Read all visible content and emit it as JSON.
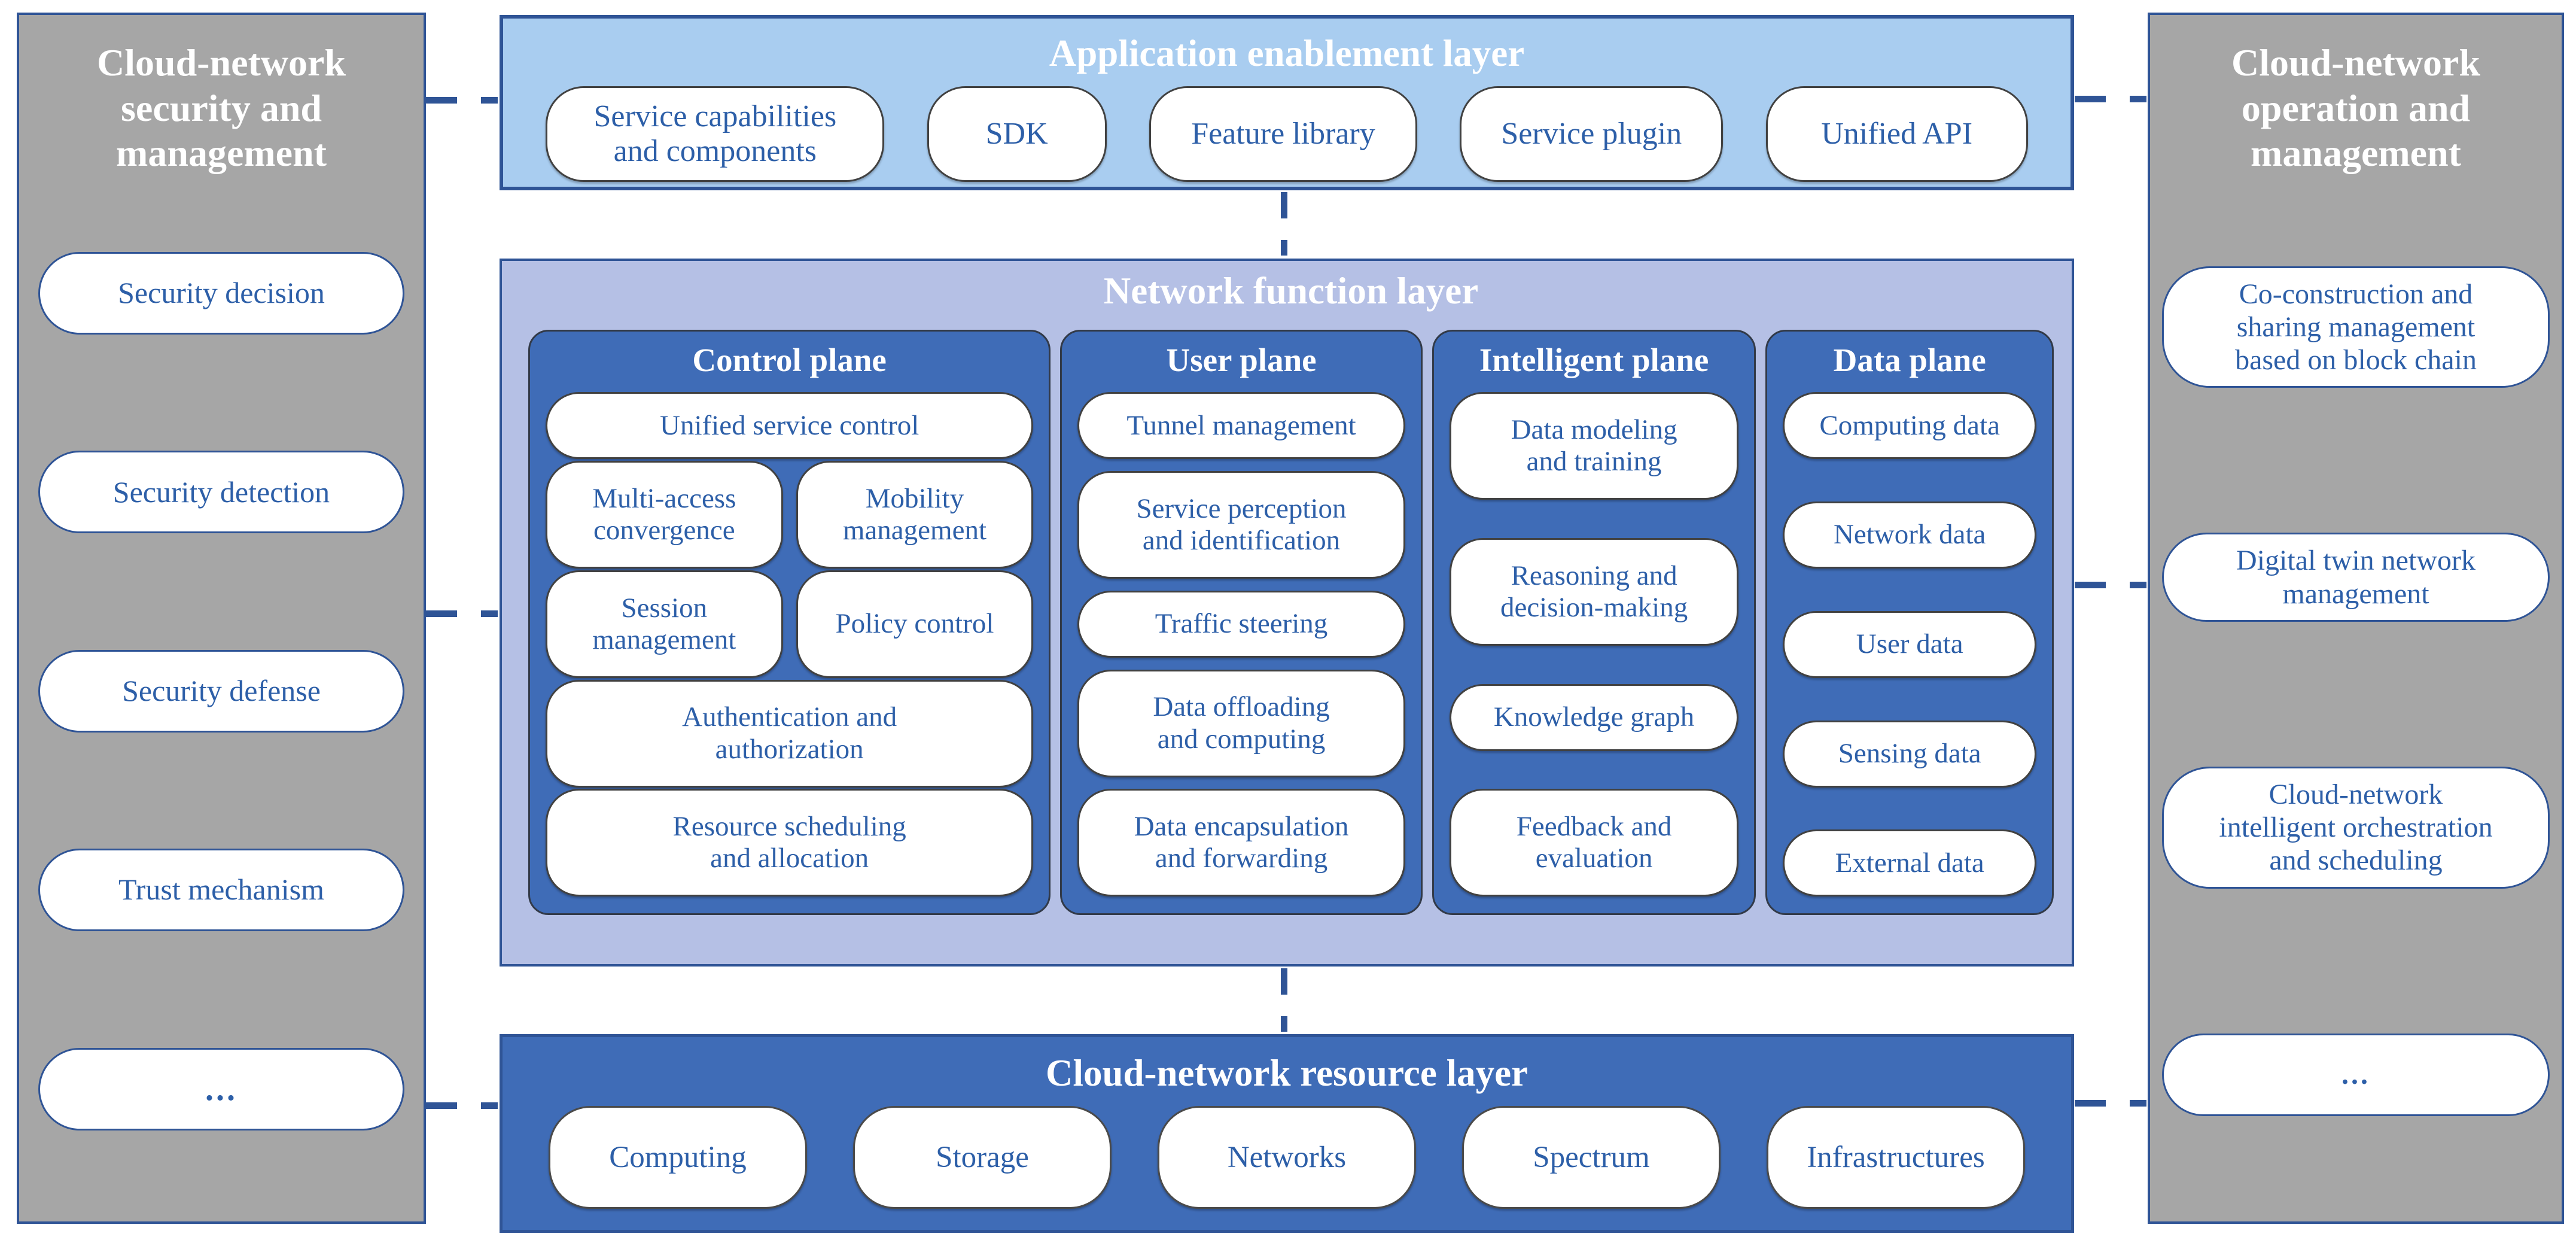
{
  "colors": {
    "outline_blue": "#2f5496",
    "sidebar_gray": "#a6a6a6",
    "app_layer_blue": "#a9cdf0",
    "network_layer_lavender": "#b5c0e5",
    "plane_blue": "#3f6cb7",
    "resource_blue": "#3f6cb7",
    "pill_fill": "#ffffff",
    "pill_text_blue": "#2d5fa8",
    "title_text": "#ffffff"
  },
  "left_sidebar": {
    "title": "Cloud-network\nsecurity and\nmanagement",
    "items": [
      "Security decision",
      "Security detection",
      "Security defense",
      "Trust mechanism",
      "..."
    ]
  },
  "app_layer": {
    "title": "Application enablement layer",
    "items": [
      "Service capabilities\nand components",
      "SDK",
      "Feature library",
      "Service plugin",
      "Unified API"
    ]
  },
  "network_layer": {
    "title": "Network function layer",
    "planes": [
      {
        "title": "Control plane",
        "items": [
          "Unified service control",
          "Multi-access\nconvergence",
          "Mobility\nmanagement",
          "Session\nmanagement",
          "Policy control",
          "Authentication and\nauthorization",
          "Resource scheduling\nand allocation"
        ]
      },
      {
        "title": "User plane",
        "items": [
          "Tunnel management",
          "Service perception\nand identification",
          "Traffic steering",
          "Data offloading\nand computing",
          "Data encapsulation\nand forwarding"
        ]
      },
      {
        "title": "Intelligent plane",
        "items": [
          "Data modeling\nand training",
          "Reasoning and\ndecision-making",
          "Knowledge graph",
          "Feedback and\nevaluation"
        ]
      },
      {
        "title": "Data plane",
        "items": [
          "Computing data",
          "Network data",
          "User data",
          "Sensing data",
          "External data"
        ]
      }
    ]
  },
  "resource_layer": {
    "title": "Cloud-network resource layer",
    "items": [
      "Computing",
      "Storage",
      "Networks",
      "Spectrum",
      "Infrastructures"
    ]
  },
  "right_sidebar": {
    "title": "Cloud-network\noperation and\nmanagement",
    "items": [
      "Co-construction and\nsharing management\nbased on block chain",
      "Digital twin network\nmanagement",
      "Cloud-network\nintelligent orchestration\nand scheduling",
      "..."
    ]
  }
}
